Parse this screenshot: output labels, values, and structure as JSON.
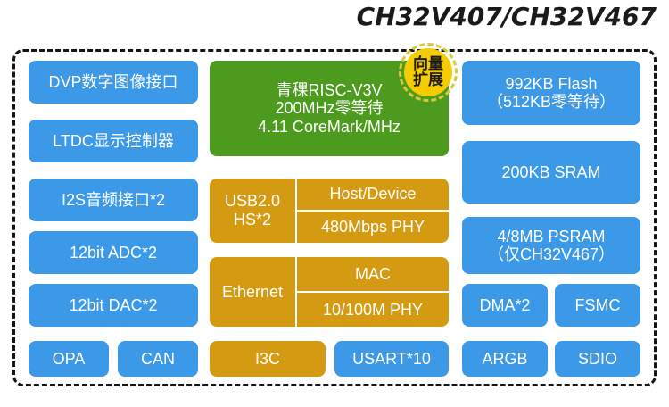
{
  "title": "CH32V407/CH32V467",
  "badge": {
    "name": "vector-extension-badge",
    "line1": "向量",
    "line2": "扩展",
    "color": "#f5cc00",
    "ring_color": "#d8c83a"
  },
  "colors": {
    "blue": "#3b99e8",
    "green": "#4c9a1e",
    "orange": "#d49a12",
    "frame": "#151515",
    "text": "#ffffff"
  },
  "left_column": [
    {
      "label": "DVP数字图像接口",
      "color": "blue"
    },
    {
      "label": "LTDC显示控制器",
      "color": "blue"
    },
    {
      "label": "I2S音频接口*2",
      "color": "blue"
    },
    {
      "label": "12bit ADC*2",
      "color": "blue"
    },
    {
      "label": "12bit DAC*2",
      "color": "blue"
    }
  ],
  "center_column": {
    "core": {
      "line1": "青稞RISC-V3V",
      "line2": "200MHz零等待",
      "line3": "4.11 CoreMark/MHz",
      "color": "green"
    },
    "usb": {
      "left_line1": "USB2.0",
      "left_line2": "HS*2",
      "right_top": "Host/Device",
      "right_bottom": "480Mbps PHY",
      "color": "orange"
    },
    "ethernet": {
      "left": "Ethernet",
      "right_top": "MAC",
      "right_bottom": "10/100M PHY",
      "color": "orange"
    }
  },
  "right_column": [
    {
      "line1": "992KB Flash",
      "line2": "（512KB零等待）",
      "color": "blue"
    },
    {
      "line1": "200KB SRAM",
      "line2": "",
      "color": "blue"
    },
    {
      "line1": "4/8MB PSRAM",
      "line2": "（仅CH32V467）",
      "color": "blue"
    },
    {
      "line1": "DMA*2",
      "line2": "",
      "color": "blue"
    },
    {
      "line1": "FSMC",
      "line2": "",
      "color": "blue"
    }
  ],
  "bottom_row": [
    {
      "label": "OPA",
      "color": "blue"
    },
    {
      "label": "CAN",
      "color": "blue"
    },
    {
      "label": "I3C",
      "color": "orange"
    },
    {
      "label": "USART*10",
      "color": "blue"
    },
    {
      "label": "ARGB",
      "color": "blue"
    },
    {
      "label": "SDIO",
      "color": "blue"
    }
  ]
}
